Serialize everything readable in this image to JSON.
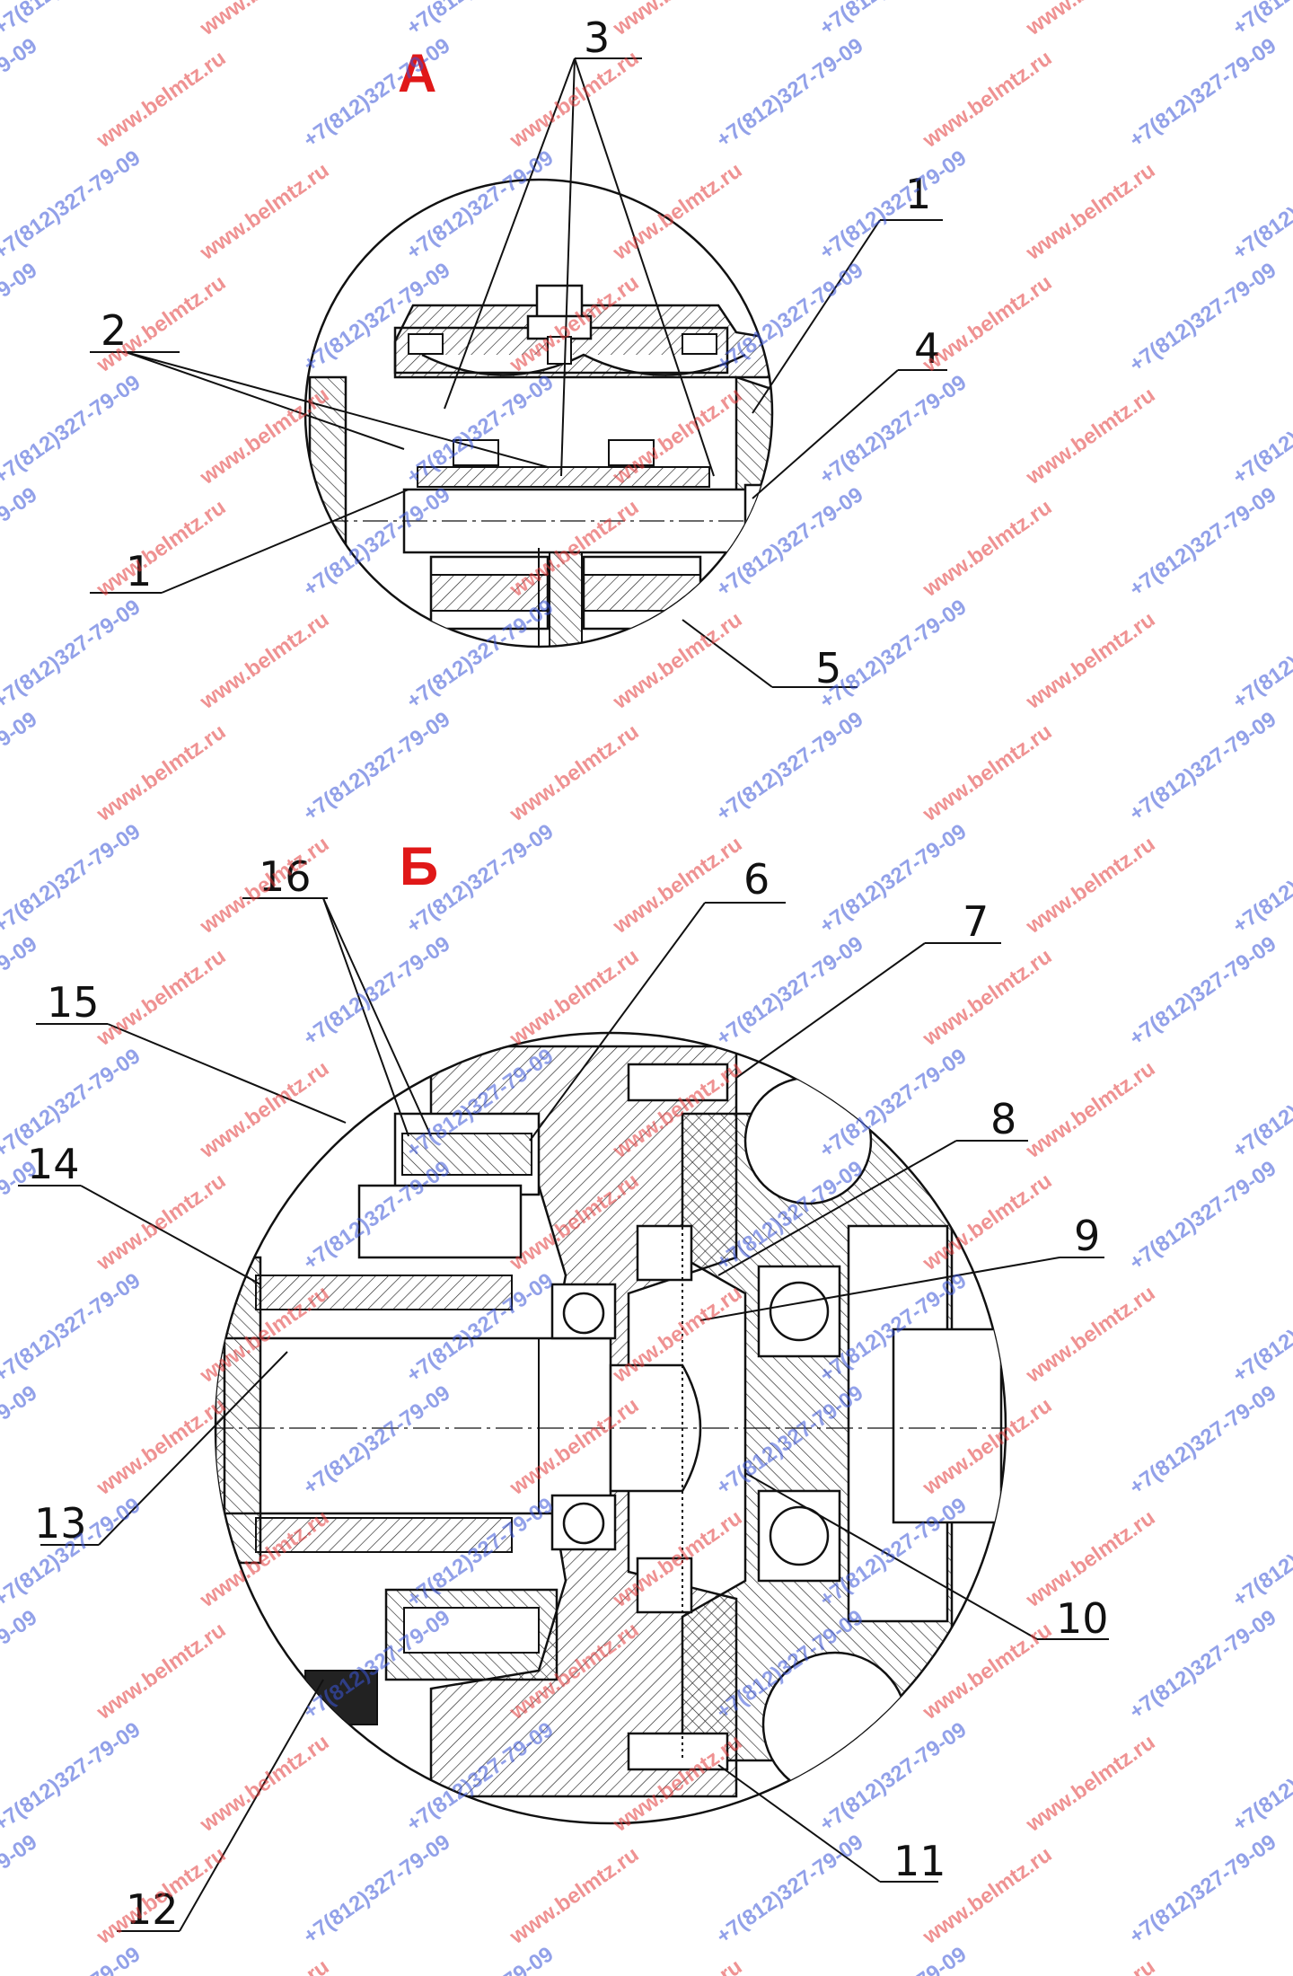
{
  "views": {
    "a": {
      "title": "А",
      "callouts": [
        "3",
        "1",
        "2",
        "4",
        "1",
        "5"
      ]
    },
    "b": {
      "title": "Б",
      "callouts": [
        "16",
        "6",
        "7",
        "15",
        "8",
        "14",
        "9",
        "13",
        "10",
        "11",
        "12"
      ]
    }
  },
  "watermarks": {
    "site": "www.belmtz.ru",
    "phone": "+7(812)327-79-09"
  },
  "colors": {
    "title": "#e01818",
    "line": "#111111",
    "watermark_site": "#e23a3a",
    "watermark_phone": "#3a55d8",
    "dim_marks": "#d01010"
  }
}
